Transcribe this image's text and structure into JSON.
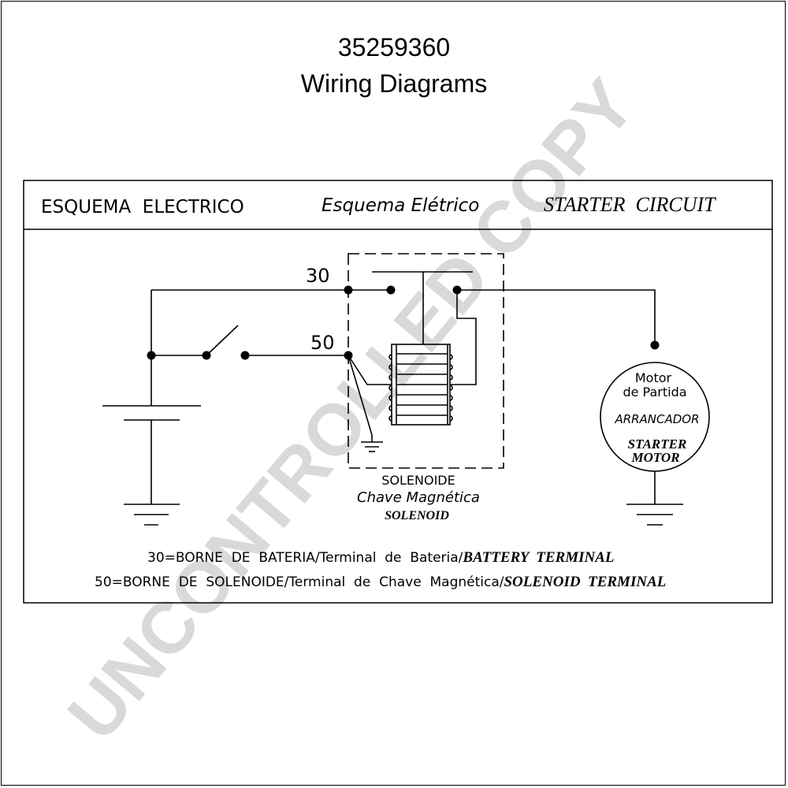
{
  "header": {
    "number": "35259360",
    "title": "Wiring Diagrams"
  },
  "diagram": {
    "heading_es": "ESQUEMA  ELECTRICO",
    "heading_pt": "Esquema Elétrico",
    "heading_en": "STARTER  CIRCUIT",
    "terminal_30": "30",
    "terminal_50": "50",
    "solenoid": {
      "label_es": "SOLENOIDE",
      "label_pt": "Chave Magnética",
      "label_en": "SOLENOID"
    },
    "motor": {
      "label_pt_1": "Motor",
      "label_pt_2": "de Partida",
      "label_es": "ARRANCADOR",
      "label_en_1": "STARTER",
      "label_en_2": "MOTOR"
    },
    "legend": {
      "line1_plain": "30=BORNE  DE  BATERIA/Terminal  de  Bateria/",
      "line1_en": "BATTERY  TERMINAL",
      "line2_plain": "50=BORNE  DE  SOLENOIDE/Terminal  de  Chave  Magnética/",
      "line2_en": "SOLENOID  TERMINAL"
    }
  },
  "watermark": "UNCONTROLLED COPY",
  "colors": {
    "line": "#000000",
    "watermark": "#d9d9d9",
    "background": "#ffffff"
  }
}
